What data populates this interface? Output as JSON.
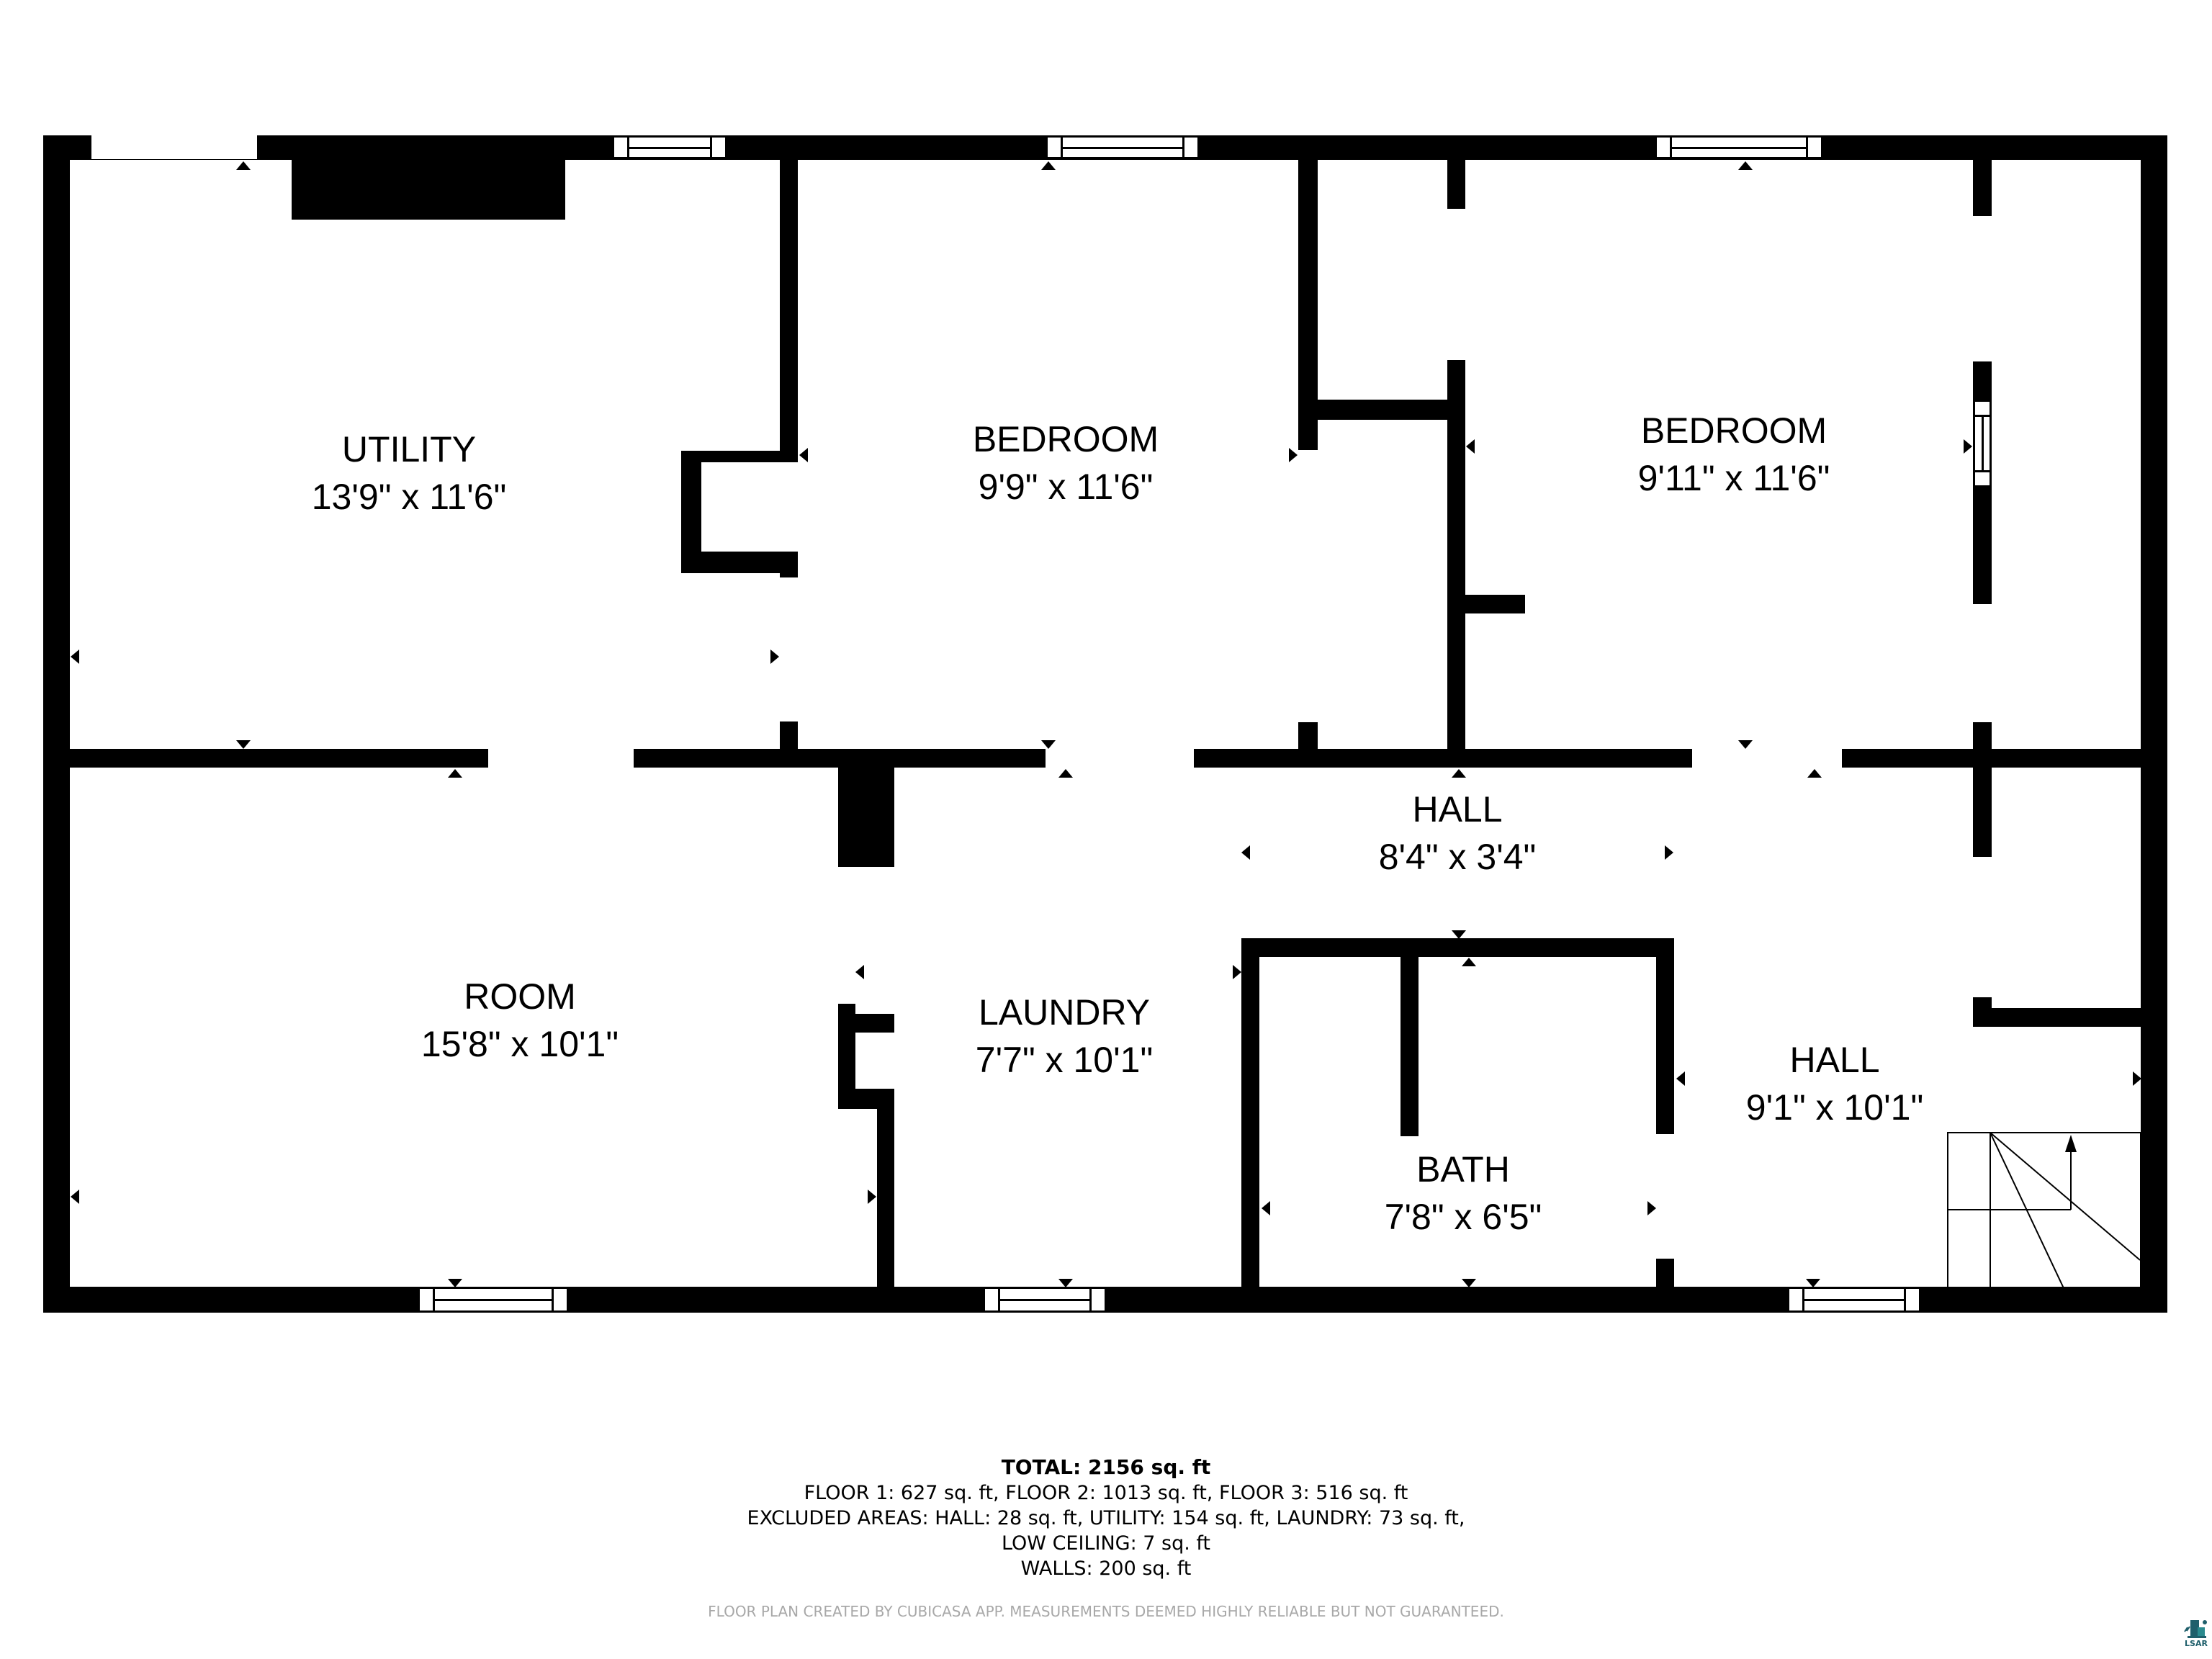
{
  "rooms": {
    "utility": {
      "name": "UTILITY",
      "dims": "13'9\" x 11'6\""
    },
    "bedroom_1": {
      "name": "BEDROOM",
      "dims": "9'9\" x 11'6\""
    },
    "bedroom_2": {
      "name": "BEDROOM",
      "dims": "9'11\" x 11'6\""
    },
    "room": {
      "name": "ROOM",
      "dims": "15'8\" x 10'1\""
    },
    "laundry": {
      "name": "LAUNDRY",
      "dims": "7'7\" x 10'1\""
    },
    "hall_upper": {
      "name": "HALL",
      "dims": "8'4\" x 3'4\""
    },
    "hall_lower": {
      "name": "HALL",
      "dims": "9'1\" x 10'1\""
    },
    "bath": {
      "name": "BATH",
      "dims": "7'8\" x 6'5\""
    }
  },
  "summary": {
    "total": "TOTAL: 2156 sq. ft",
    "floors": "FLOOR 1: 627 sq. ft, FLOOR 2: 1013 sq. ft, FLOOR 3: 516 sq. ft",
    "excluded": "EXCLUDED AREAS: HALL: 28 sq. ft, UTILITY: 154 sq. ft, LAUNDRY: 73 sq. ft,",
    "low_ceiling": "LOW CEILING: 7 sq. ft",
    "walls": "WALLS: 200 sq. ft"
  },
  "disclaimer": "FLOOR PLAN CREATED BY CUBICASA APP. MEASUREMENTS DEEMED HIGHLY RELIABLE BUT NOT GUARANTEED.",
  "logo": {
    "text": "LSAR",
    "icon": "realtor-buildings-icon",
    "color": "#1f5f6b"
  },
  "colors": {
    "wall": "#000000",
    "background": "#ffffff",
    "disclaimer": "#a8a8a8"
  }
}
